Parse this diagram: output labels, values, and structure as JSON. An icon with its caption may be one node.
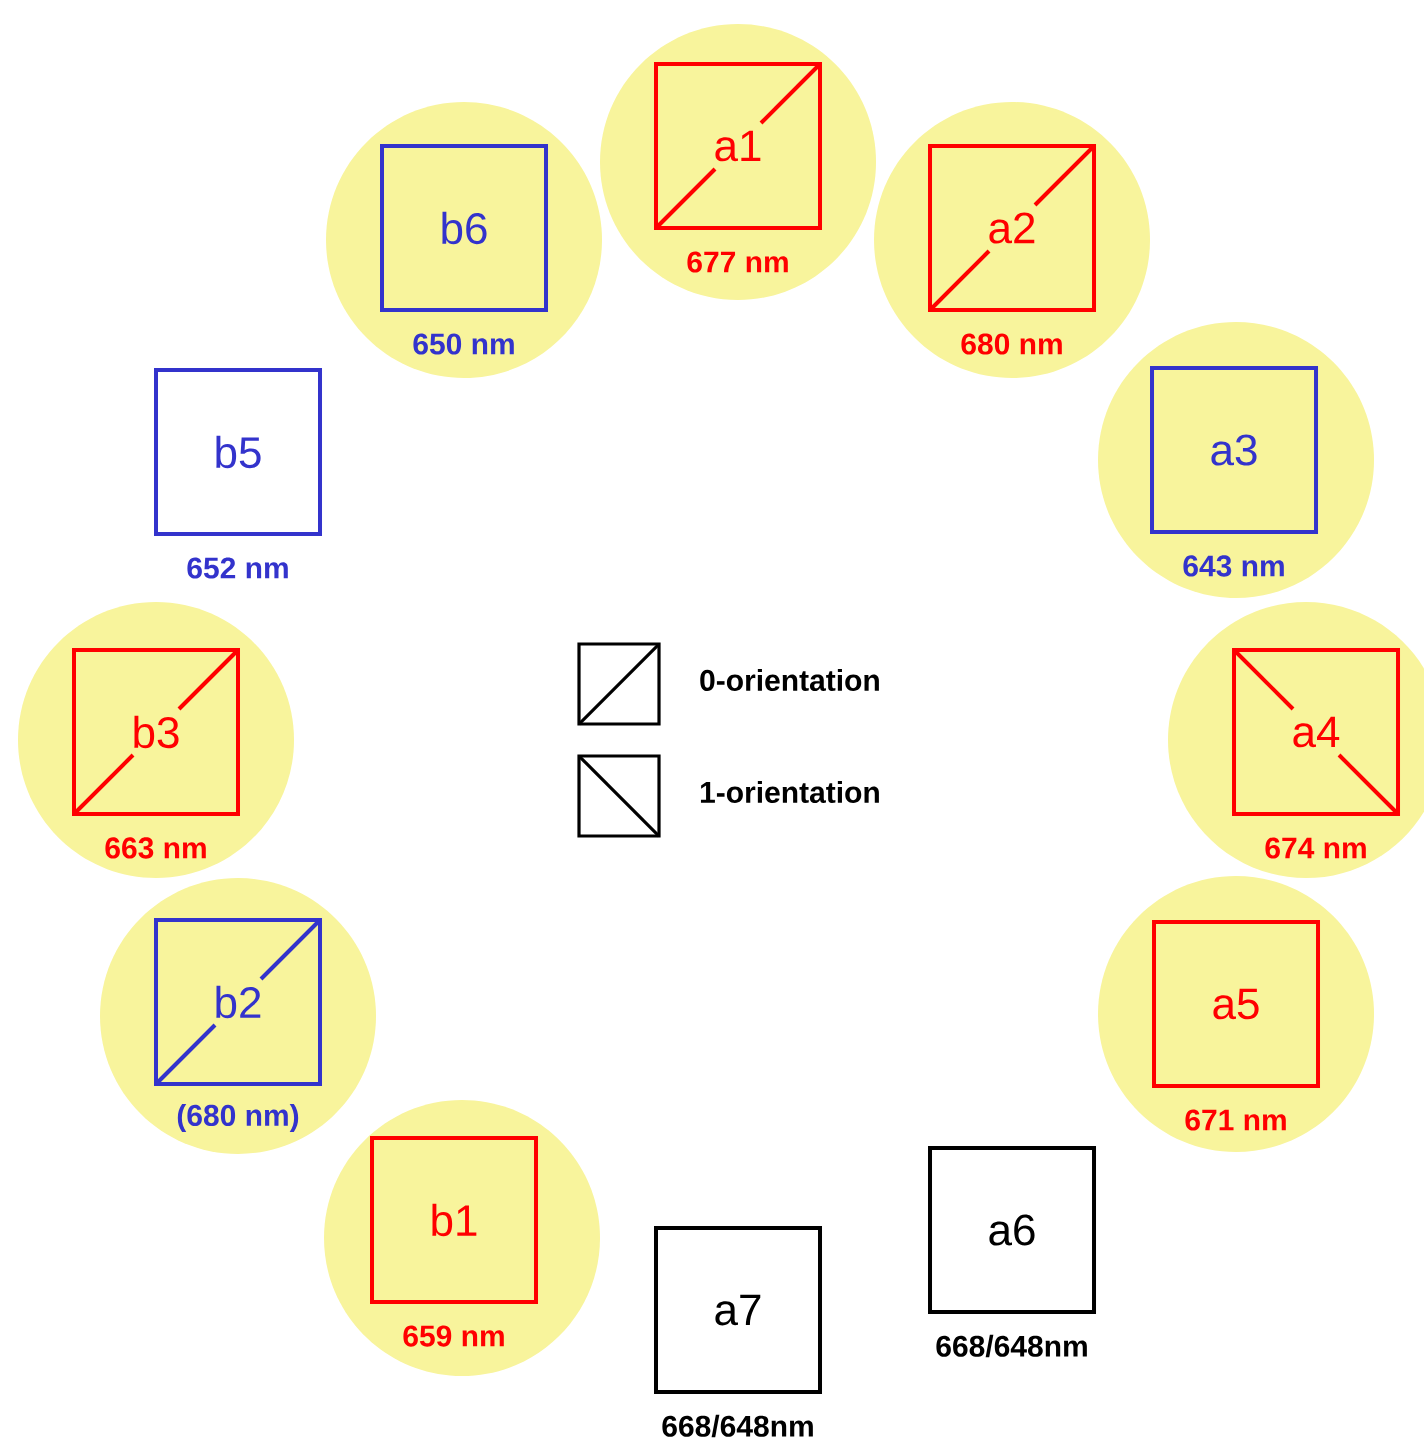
{
  "diagram": {
    "nodes": [
      {
        "text": [],
        "shape": "circle"
      },
      {
        "text": [
          "a1"
        ],
        "beside": [
          "677 nm"
        ],
        "in": 0
      },
      {
        "text": [],
        "shape": "circle"
      },
      {
        "text": [
          "a2"
        ],
        "beside": [
          "680 nm"
        ],
        "in": 2
      },
      {
        "text": [],
        "shape": "circle"
      },
      {
        "text": [
          "a3"
        ],
        "beside": [
          "643 nm"
        ],
        "in": 4
      },
      {
        "text": [],
        "shape": "circle"
      },
      {
        "text": [
          "a4"
        ],
        "beside": [
          "674 nm"
        ],
        "in": 6
      },
      {
        "text": [],
        "shape": "circle"
      },
      {
        "text": [
          "a5"
        ],
        "beside": [
          "671 nm"
        ],
        "in": 8
      },
      {
        "text": [
          "a6"
        ],
        "beside": [
          "668/648nm"
        ]
      },
      {
        "text": [
          "a7"
        ],
        "beside": [
          "668/648nm"
        ]
      },
      {
        "text": [],
        "shape": "circle"
      },
      {
        "text": [
          "b1"
        ],
        "beside": [
          "659 nm"
        ],
        "in": 12
      },
      {
        "text": [],
        "shape": "circle"
      },
      {
        "text": [
          "b2"
        ],
        "beside": [
          "(680 nm)"
        ],
        "in": 14
      },
      {
        "text": [],
        "shape": "circle"
      },
      {
        "text": [
          "b3"
        ],
        "beside": [
          "663 nm"
        ],
        "in": 16
      },
      {
        "text": [
          "b5"
        ],
        "beside": [
          "652 nm"
        ]
      },
      {
        "text": [],
        "shape": "circle"
      },
      {
        "text": [
          "b6"
        ],
        "beside": [
          "650 nm"
        ],
        "in": 19
      }
    ],
    "legend": [
      {
        "text": "0-orientation"
      },
      {
        "text": "1-orientation"
      }
    ]
  }
}
